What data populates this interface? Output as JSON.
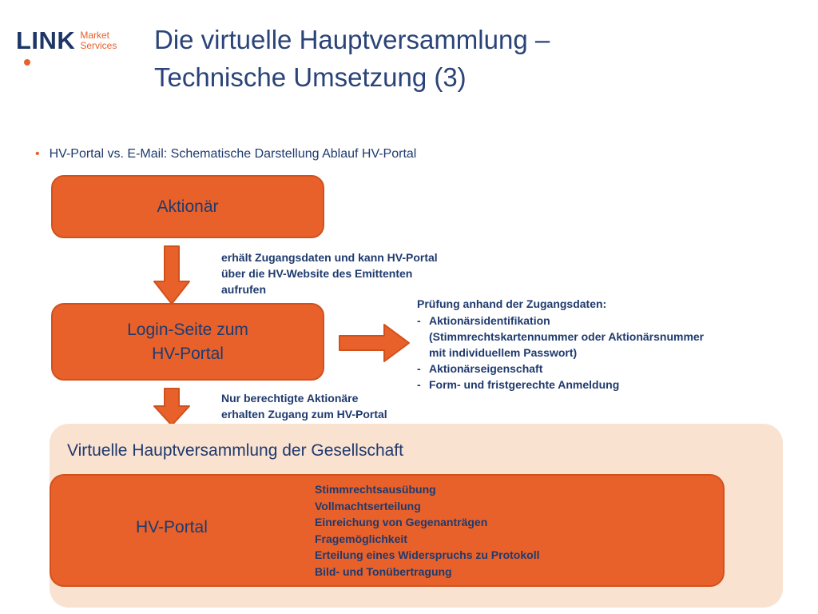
{
  "colors": {
    "orange": "#E8612A",
    "orange_border": "#D1511D",
    "peach_background": "#FAE2D0",
    "navy_text": "#1F3A6E"
  },
  "logo": {
    "wordmark": "LINK",
    "sub_line1": "Market",
    "sub_line2": "Services"
  },
  "title": {
    "line1": "Die virtuelle Hauptversammlung –",
    "line2": "Technische Umsetzung (3)"
  },
  "intro_bullet": {
    "marker": "•",
    "text": "HV-Portal vs. E-Mail: Schematische Darstellung Ablauf HV-Portal"
  },
  "flow": {
    "aktionaer_box_label": "Aktionär",
    "arrow1_note": "erhält Zugangsdaten und kann HV-Portal\nüber die HV-Website des Emittenten\naufrufen",
    "login_box_label": "Login-Seite zum\nHV-Portal",
    "pruefung": {
      "heading": "Prüfung anhand der Zugangsdaten:",
      "items": [
        {
          "dash": "-",
          "text": "Aktionärsidentifikation"
        },
        {
          "dash": "",
          "text": "(Stimmrechtskartennummer oder Aktionärsnummer\nmit individuellem Passwort)"
        },
        {
          "dash": "-",
          "text": "Aktionärseigenschaft"
        },
        {
          "dash": "-",
          "text": "Form- und fristgerechte Anmeldung"
        }
      ]
    },
    "arrow2_note": "Nur berechtigte Aktionäre\nerhalten Zugang zum HV-Portal",
    "gesellschaft_title": "Virtuelle Hauptversammlung der Gesellschaft",
    "hv_portal_box_label": "HV-Portal",
    "hv_portal_items": [
      "Stimmrechtsausübung",
      "Vollmachtserteilung",
      "Einreichung von Gegenanträgen",
      "Fragemöglichkeit",
      "Erteilung eines Widerspruchs zu Protokoll",
      "Bild- und Tonübertragung"
    ]
  }
}
